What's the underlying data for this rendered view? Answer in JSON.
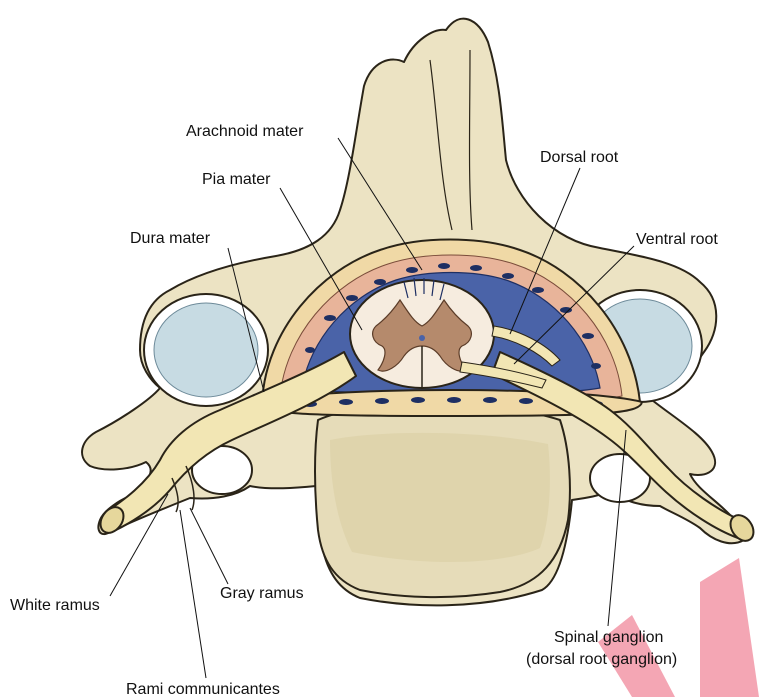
{
  "labels": {
    "arachnoid_mater": "Arachnoid mater",
    "dorsal_root": "Dorsal root",
    "pia_mater": "Pia mater",
    "dura_mater": "Dura mater",
    "ventral_root": "Ventral root",
    "white_ramus": "White ramus",
    "gray_ramus": "Gray ramus",
    "spinal_ganglion_1": "Spinal ganglion",
    "spinal_ganglion_2": "(dorsal root ganglion)",
    "rami_communicantes": "Rami communicantes"
  },
  "colors": {
    "bone": "#ece3c3",
    "bone_shadow": "#d9cda3",
    "outline": "#2a2418",
    "dura": "#f0d9a6",
    "epidural": "#e8b49a",
    "subarachnoid": "#4a63a8",
    "cord_white": "#f6ecdf",
    "cord_gray": "#b58a6c",
    "articular": "#c7dbe3",
    "nerve": "#f2e6b4",
    "watermark": "#f4a6b4"
  }
}
